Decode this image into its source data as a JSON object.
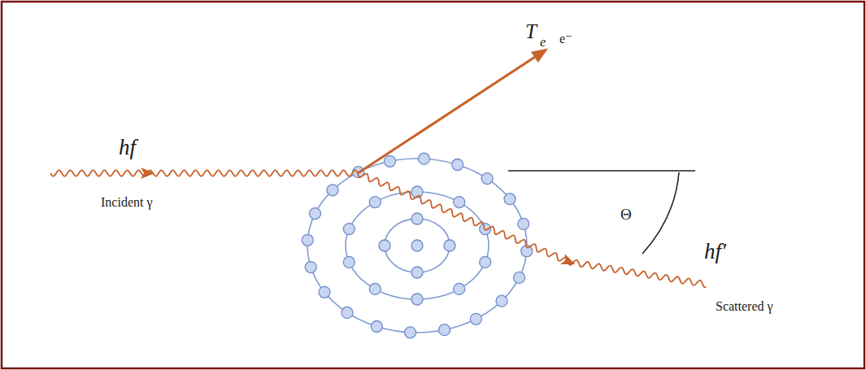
{
  "diagram": {
    "labels": [
      "T",
      "e",
      "e⁻",
      "hf",
      "Incident γ",
      "Θ",
      "hf′",
      "Scattered γ"
    ]
  }
}
